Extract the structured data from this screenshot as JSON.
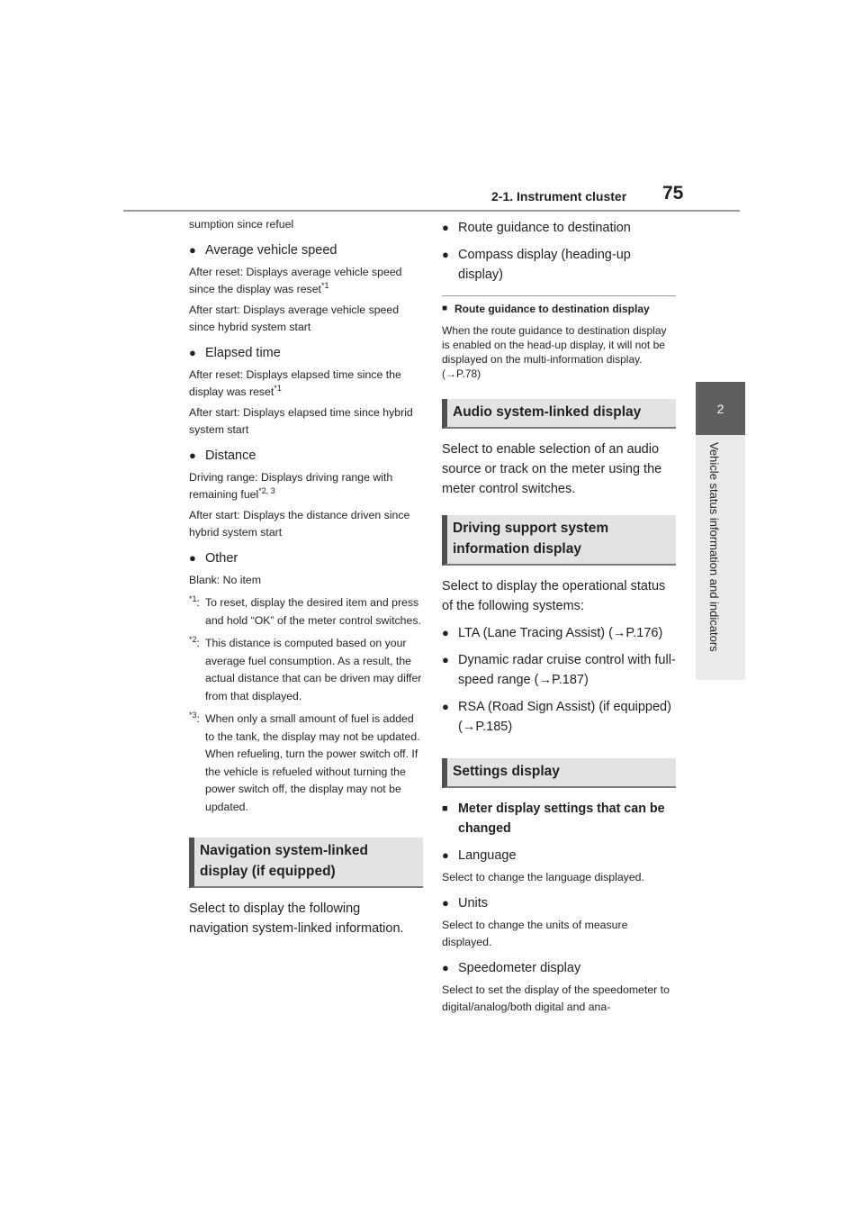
{
  "header": {
    "section": "2-1. Instrument cluster",
    "page_number": "75"
  },
  "side_tab": {
    "number": "2",
    "label": "Vehicle status information and indicators"
  },
  "left": {
    "continuation": "sumption since refuel",
    "avg_speed": {
      "title": "Average vehicle speed",
      "reset": "After reset: Displays average vehicle speed since the display was reset",
      "reset_ref": "*1",
      "start": "After start: Displays average vehicle speed since hybrid system start"
    },
    "elapsed": {
      "title": "Elapsed time",
      "reset": "After reset: Displays elapsed time since the display was reset",
      "reset_ref": "*1",
      "start": "After start: Displays elapsed time since hybrid system start"
    },
    "distance": {
      "title": "Distance",
      "range": "Driving range: Displays driving range with remaining fuel",
      "range_ref": "*2, 3",
      "start": "After start: Displays the distance driven since hybrid system start"
    },
    "other": {
      "title": "Other",
      "blank": "Blank: No item"
    },
    "footnotes": [
      {
        "mark": "*1",
        "text": "To reset, display the desired item and press and hold “OK” of the meter control switches."
      },
      {
        "mark": "*2",
        "text": "This distance is computed based on your average fuel consumption. As a result, the actual distance that can be driven may differ from that displayed."
      },
      {
        "mark": "*3",
        "text": "When only a small amount of fuel is added to the tank, the display may not be updated.",
        "text2": "When refueling, turn the power switch off. If the vehicle is refueled without turning the power switch off, the display may not be updated."
      }
    ],
    "nav_heading": "Navigation system-linked display (if equipped)",
    "nav_body": "Select to display the following navigation system-linked information."
  },
  "right": {
    "bullets_top": [
      "Route guidance to destination",
      "Compass display (heading-up display)"
    ],
    "note": {
      "square": "■",
      "title": "Route guidance to destination display",
      "body": "When the route guidance to destination display is enabled on the head-up display, it will not be displayed on the multi-information display. (→P.78)"
    },
    "audio_heading": "Audio system-linked display",
    "audio_body": "Select to enable selection of an audio source or track on the meter using the meter control switches.",
    "driving_heading": "Driving support system information display",
    "driving_body": "Select to display the operational status of the following systems:",
    "driving_bullets": [
      "LTA (Lane Tracing Assist) (→P.176)",
      "Dynamic radar cruise control with full-speed range (→P.187)",
      "RSA (Road Sign Assist) (if equipped) (→P.185)"
    ],
    "settings_heading": "Settings display",
    "settings_sub": "Meter display settings that can be changed",
    "settings_items": [
      {
        "title": "Language",
        "desc": "Select to change the language displayed."
      },
      {
        "title": "Units",
        "desc": "Select to change the units of measure displayed."
      },
      {
        "title": "Speedometer display",
        "desc": "Select to set the display of the speedometer to digital/analog/both digital and ana-"
      }
    ]
  },
  "icons": {
    "bullet": "●",
    "square": "■"
  }
}
